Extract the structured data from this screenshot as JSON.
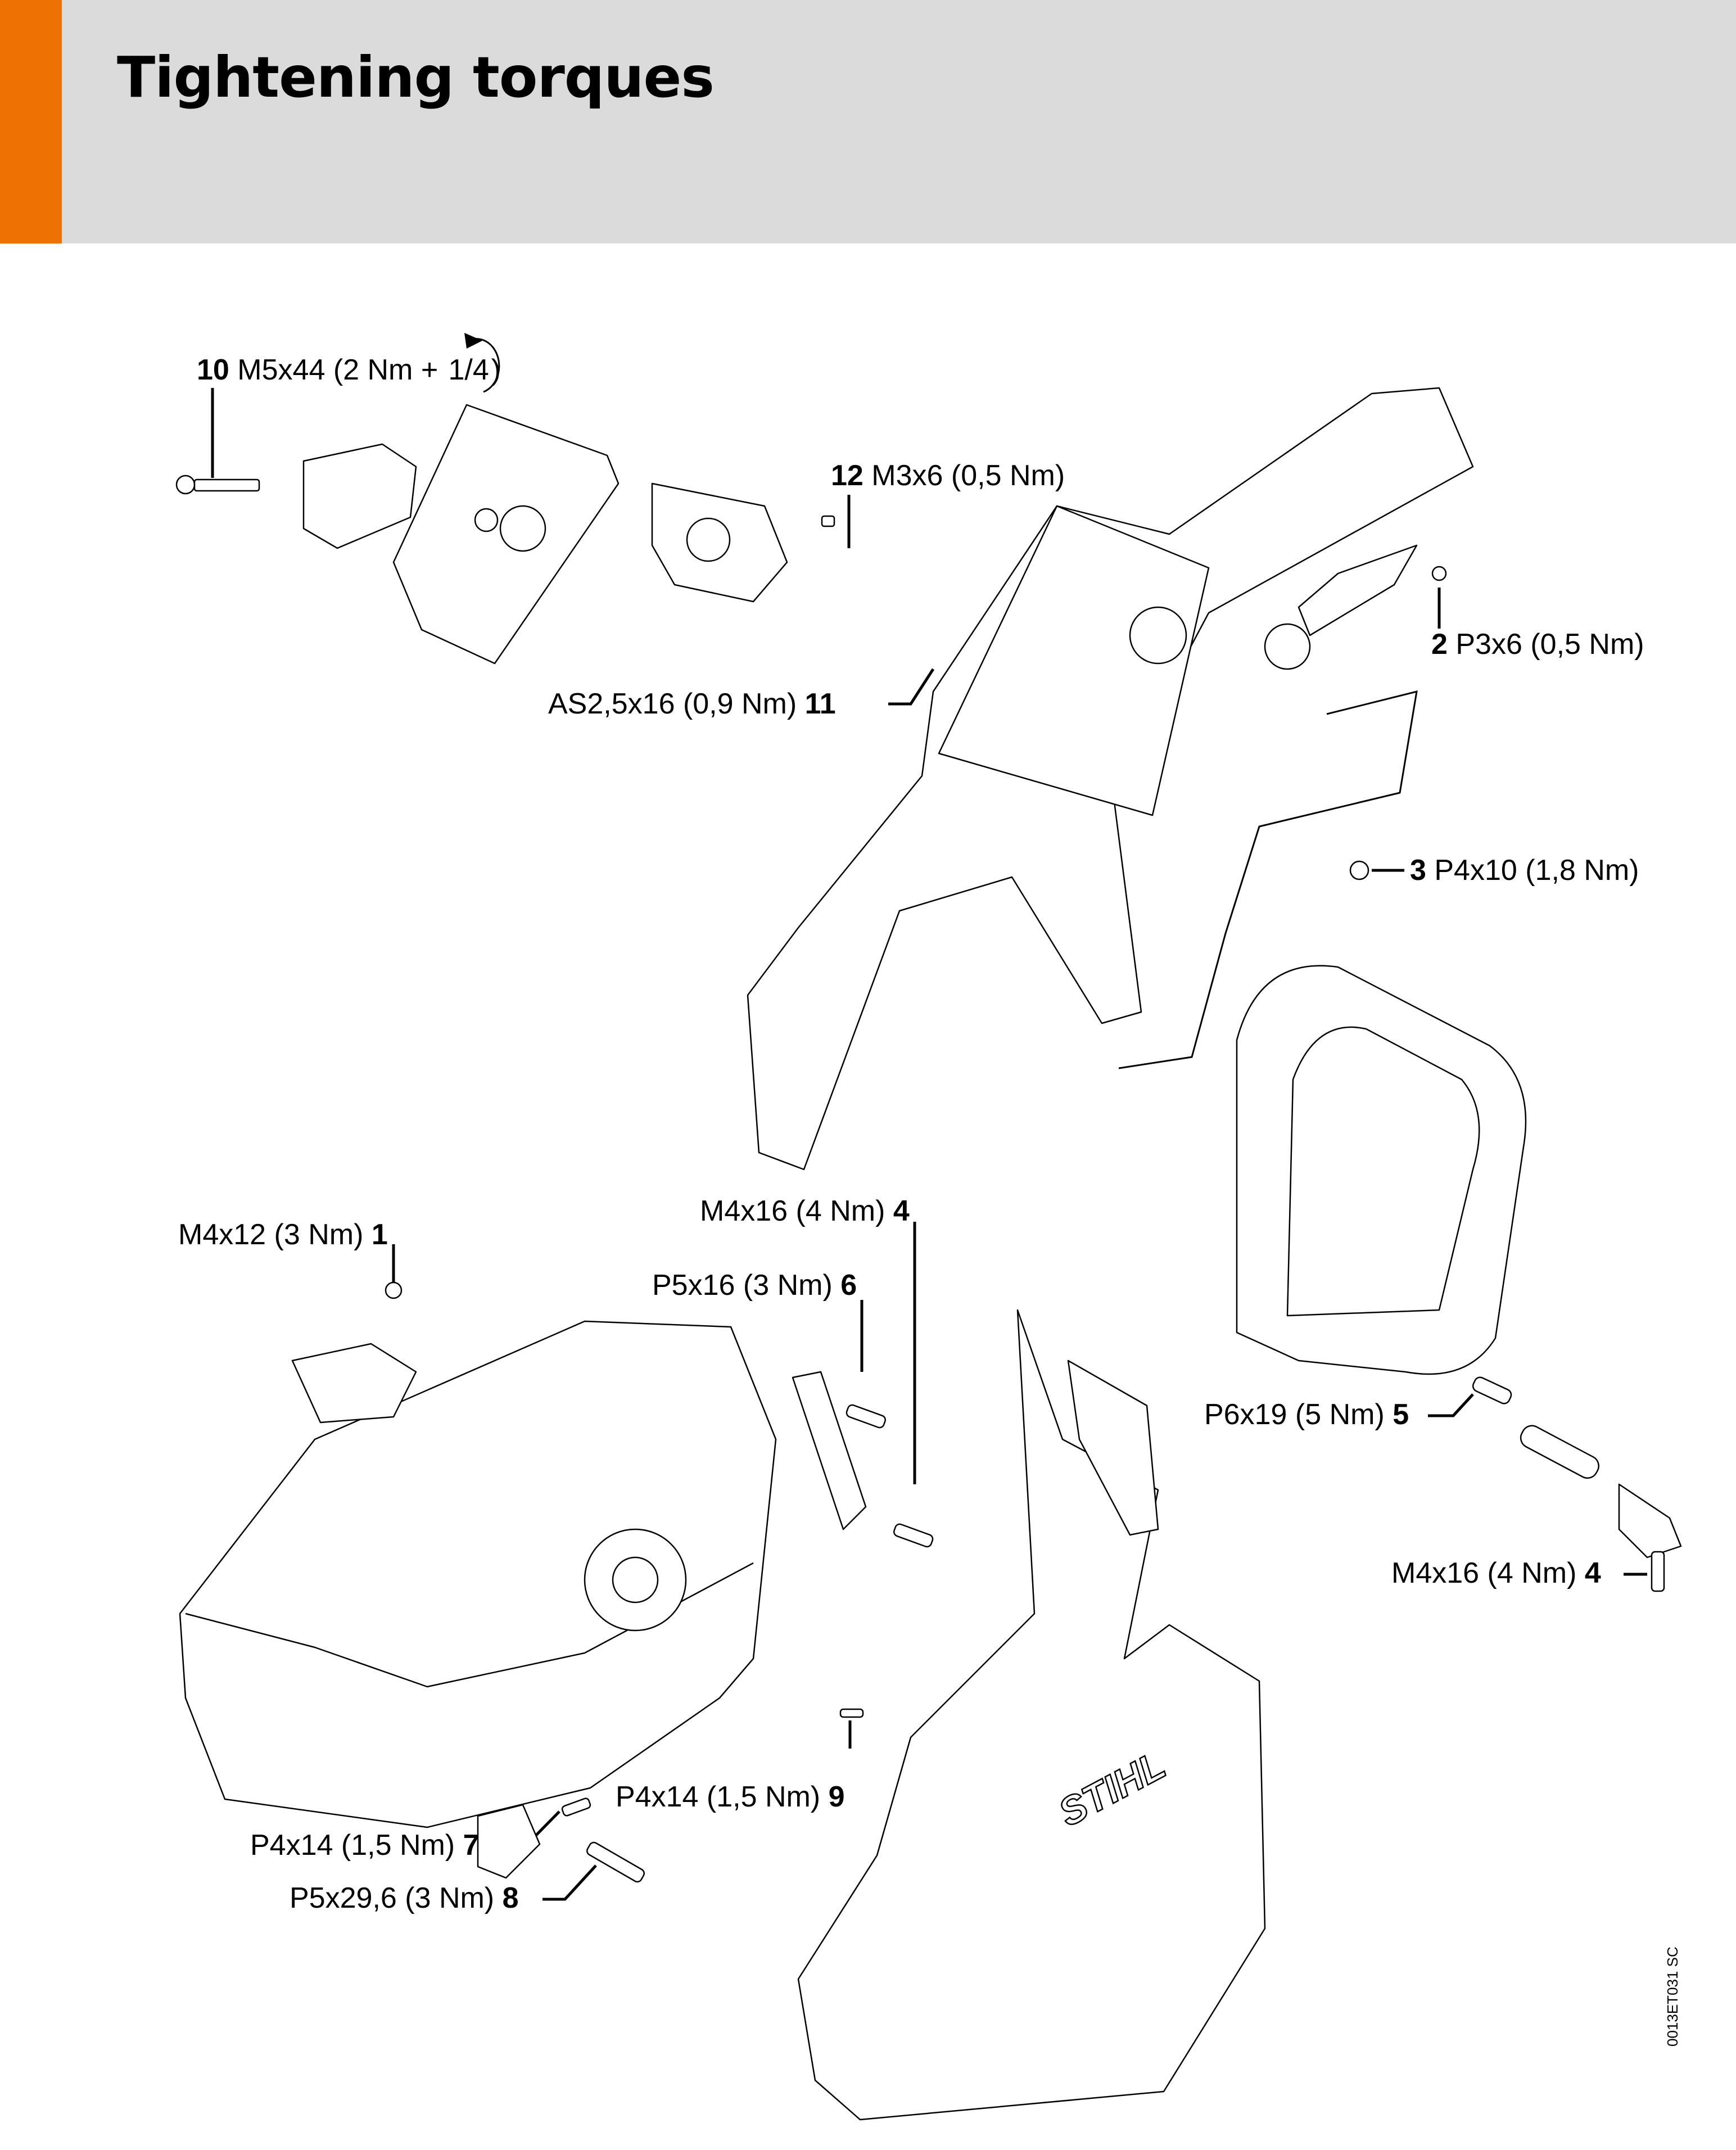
{
  "header": {
    "title": "Tightening torques",
    "accent_color": "#ee7203",
    "background_color": "#dadbda"
  },
  "callouts": [
    {
      "id": "10",
      "spec": "M5x44 (2 Nm + ",
      "extra": "1/4",
      "close": ")",
      "icon": "rotate-clockwise-icon"
    },
    {
      "id": "12",
      "spec": "M3x6 (0,5 Nm)"
    },
    {
      "id": "2",
      "spec": "P3x6 (0,5 Nm)"
    },
    {
      "id": "11",
      "spec": "AS2,5x16 (0,9 Nm)"
    },
    {
      "id": "3",
      "spec": "P4x10 (1,8 Nm)"
    },
    {
      "id": "1",
      "spec": "M4x12 (3 Nm)"
    },
    {
      "id": "4",
      "spec": "M4x16 (4 Nm)"
    },
    {
      "id": "6",
      "spec": "P5x16 (3 Nm)"
    },
    {
      "id": "5",
      "spec": "P6x19 (5 Nm)"
    },
    {
      "id": "4",
      "spec": "M4x16 (4 Nm)"
    },
    {
      "id": "9",
      "spec": "P4x14 (1,5 Nm)"
    },
    {
      "id": "7",
      "spec": "P4x14 (1,5 Nm)"
    },
    {
      "id": "8",
      "spec": "P5x29,6 (3 Nm)"
    }
  ],
  "diagram": {
    "brand_mark": "STIHL",
    "parts": [
      "air-filter-housing",
      "carburetor",
      "rear-handle-housing",
      "throttle-cable",
      "front-handle",
      "engine-crankcase",
      "chain-sprocket-cover",
      "annular-buffer-spring"
    ]
  },
  "reference_code": "0013ET031 SC"
}
